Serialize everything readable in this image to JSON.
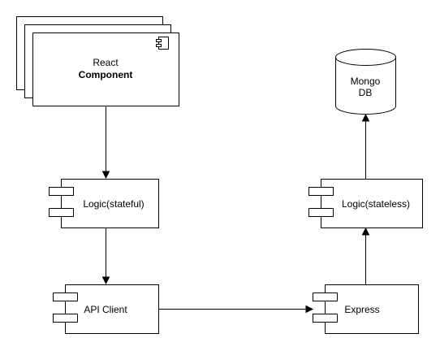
{
  "nodes": {
    "react_component": {
      "line1": "React",
      "line2": "Component"
    },
    "logic_stateful": {
      "label": "Logic(stateful)"
    },
    "api_client": {
      "label": "API Client"
    },
    "express": {
      "label": "Express"
    },
    "logic_stateless": {
      "label": "Logic(stateless)"
    },
    "mongo_db": {
      "line1": "Mongo",
      "line2": "DB"
    }
  },
  "edges": [
    {
      "from": "react-component",
      "to": "logic-stateful"
    },
    {
      "from": "logic-stateful",
      "to": "api-client"
    },
    {
      "from": "api-client",
      "to": "express"
    },
    {
      "from": "express",
      "to": "logic-stateless"
    },
    {
      "from": "logic-stateless",
      "to": "mongo-db"
    }
  ],
  "colors": {
    "stroke": "#000000",
    "fill": "#ffffff"
  },
  "icons": [
    "component-icon"
  ]
}
